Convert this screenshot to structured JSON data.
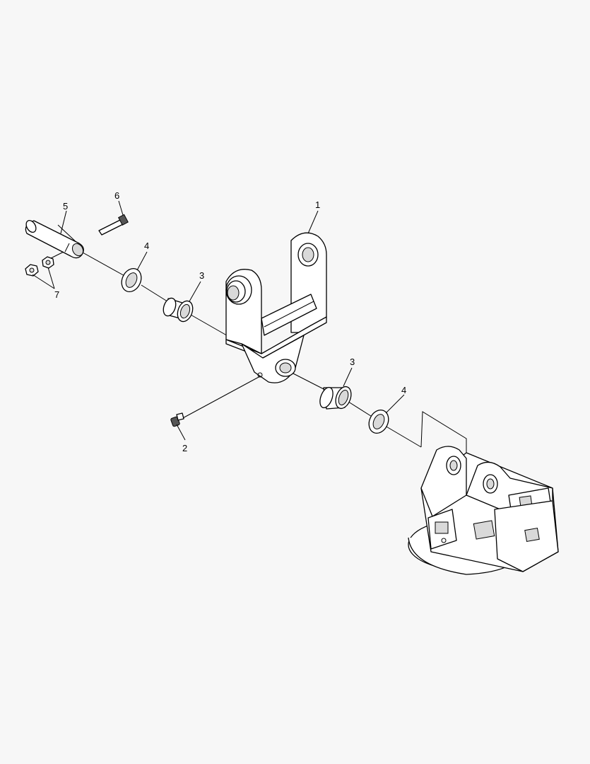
{
  "callouts": {
    "frame": "1",
    "grease_fitting": "2",
    "bushing_upper": "3",
    "bushing_lower": "3",
    "washer_upper": "4",
    "washer_lower": "4",
    "pin": "5",
    "bolt": "6",
    "nut": "7"
  },
  "colors": {
    "background": "#f7f7f7",
    "line": "#000000"
  }
}
